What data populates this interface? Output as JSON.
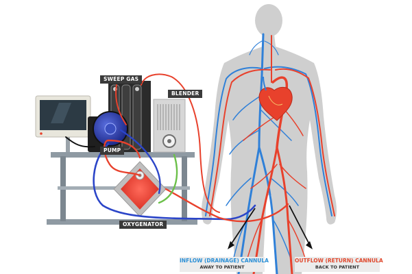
{
  "labels": {
    "sweep_gas": "SWEEP GAS",
    "blender": "BLENDER",
    "pump": "PUMP",
    "oxygenator": "OXYGENATOR"
  },
  "captions": {
    "inflow_title": "INFLOW (DRAINAGE) CANNULA",
    "inflow_sub": "AWAY TO PATIENT",
    "outflow_title": "OUTFLOW (RETURN) CANNULA",
    "outflow_sub": "BACK TO PATIENT"
  },
  "colors": {
    "arterial_red": "#e8412c",
    "venous_blue": "#2f80d8",
    "tube_blue": "#2b45c8",
    "tube_green": "#6cc04a",
    "label_bg": "#3a3a3a",
    "body_gray": "#cfcfcf",
    "inflow_text": "#2a8fd6",
    "outflow_text": "#e0492e"
  }
}
